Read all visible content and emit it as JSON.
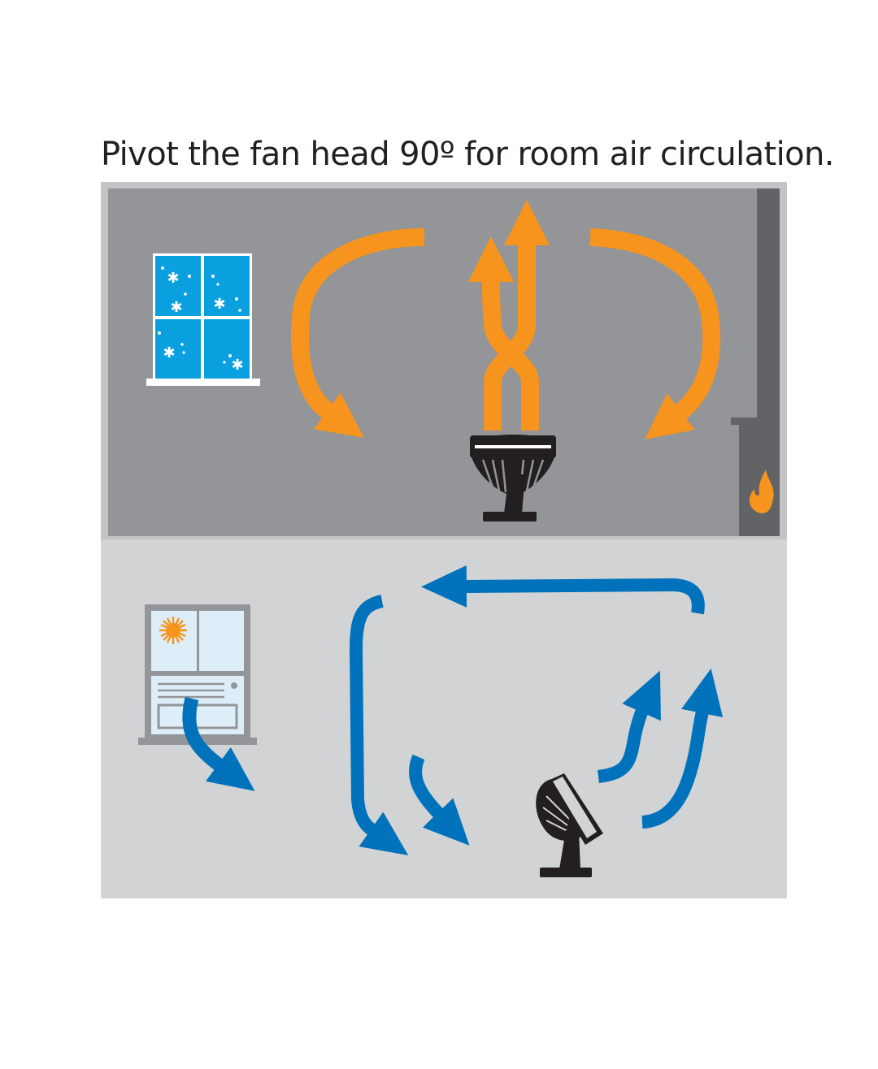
{
  "title": "Pivot the fan head 90º for room air circulation.",
  "colors": {
    "warm_air": "#f7941d",
    "cool_air": "#0072bc",
    "winter_room": "#939598",
    "summer_room": "#d1d3d4",
    "wall_frame": "#c2c4c6",
    "fireplace": "#616366",
    "window_frost": "#0aa0df",
    "window_summer": "#ddeef8",
    "fan_body": "#231f20",
    "flame": "#f7941d"
  },
  "scenes": [
    {
      "name": "winter",
      "airflow": "warm",
      "fan_orientation": "upward"
    },
    {
      "name": "summer",
      "airflow": "cool",
      "fan_orientation": "tilted"
    }
  ]
}
